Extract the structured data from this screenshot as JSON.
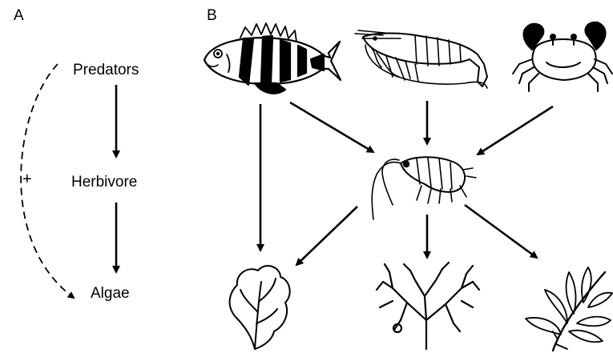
{
  "panel_a": {
    "label": "A",
    "nodes": {
      "predators": "Predators",
      "herbivore": "Herbivore",
      "algae": "Algae"
    },
    "indirect_effect_sign": "+"
  },
  "panel_b": {
    "label": "B",
    "predators": [
      "fish-icon",
      "shrimp-icon",
      "crab-icon"
    ],
    "herbivore": "amphipod-icon",
    "algae": [
      "foliose-alga-icon",
      "branching-alga-icon",
      "kelp-alga-icon"
    ]
  },
  "colors": {
    "stroke": "#000000",
    "background": "#ffffff"
  }
}
